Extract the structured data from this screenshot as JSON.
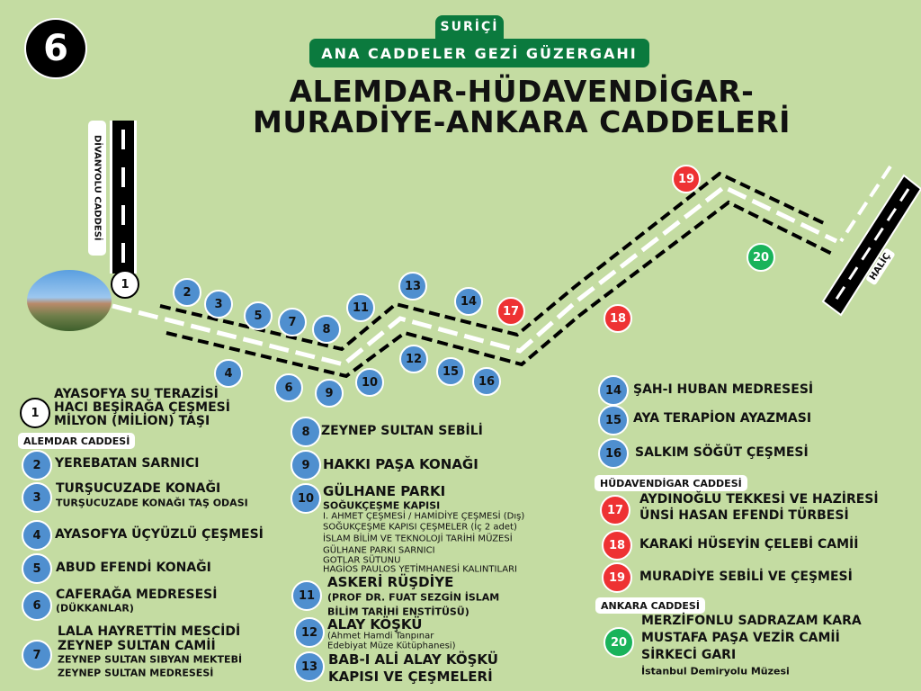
{
  "header": {
    "route_number": "6",
    "tag_top": "SURİÇİ",
    "tag_main": "ANA CADDELER GEZİ GÜZERGAHI",
    "title_line1": "ALEMDAR-HÜDAVENDİGAR-",
    "title_line2": "MURADİYE-ANKARA CADDELERİ"
  },
  "map": {
    "road_divanyolu": "DİVANYOLU CADDESİ",
    "road_halic": "HALİÇ",
    "photo": "Ayasofya"
  },
  "colors": {
    "blue": "#4f8fcf",
    "red": "#ee3233",
    "green": "#19b35a",
    "tag_green": "#0b7a3e",
    "background": "#c4dca2"
  },
  "sections": {
    "alemdar": "ALEMDAR CADDESİ",
    "hudavendigar": "HÜDAVENDİGAR CADDESİ",
    "ankara": "ANKARA CADDESİ"
  },
  "legend": [
    {
      "n": "1",
      "lines": [
        "AYASOFYA SU TERAZİSİ",
        "HACI BEŞİRAĞA ÇEŞMESİ",
        "MİLYON (MİLİON) TAŞI"
      ]
    },
    {
      "n": "2",
      "lines": [
        "YEREBATAN SARNICI"
      ]
    },
    {
      "n": "3",
      "lines": [
        "TURŞUCUZADE KONAĞI",
        "TURŞUCUZADE KONAĞI TAŞ ODASI"
      ]
    },
    {
      "n": "4",
      "lines": [
        "AYASOFYA ÜÇYÜZLÜ ÇEŞMESİ"
      ]
    },
    {
      "n": "5",
      "lines": [
        "ABUD EFENDİ KONAĞI"
      ]
    },
    {
      "n": "6",
      "lines": [
        "CAFERAĞA MEDRESESİ",
        "(DÜKKANLAR)"
      ]
    },
    {
      "n": "7",
      "lines": [
        "LALA HAYRETTİN MESCİDİ",
        "ZEYNEP SULTAN CAMİİ",
        "ZEYNEP SULTAN SIBYAN MEKTEBİ",
        "ZEYNEP SULTAN MEDRESESİ"
      ]
    },
    {
      "n": "8",
      "lines": [
        "ZEYNEP SULTAN SEBİLİ"
      ]
    },
    {
      "n": "9",
      "lines": [
        "HAKKI PAŞA KONAĞI"
      ]
    },
    {
      "n": "10",
      "lines": [
        "GÜLHANE PARKI",
        "SOĞUKÇEŞME KAPISI",
        "I. AHMET ÇEŞMESİ / HAMİDİYE ÇEŞMESİ (Dış)",
        "SOĞUKÇEŞME KAPISI ÇEŞMELER (İç 2 adet)",
        "İSLAM BİLİM VE TEKNOLOJİ TARİHİ MÜZESİ",
        "GÜLHANE PARKI SARNICI",
        "GOTLAR SÜTUNU",
        "HAGİOS PAULOS YETİMHANESİ KALINTILARI"
      ]
    },
    {
      "n": "11",
      "lines": [
        "ASKERİ RÜŞDİYE",
        "(PROF DR. FUAT SEZGİN İSLAM",
        "BİLİM TARİHİ ENSTİTÜSÜ)"
      ]
    },
    {
      "n": "12",
      "lines": [
        "ALAY KÖŞKÜ",
        "(Ahmet Hamdi Tanpınar",
        "Edebiyat Müze Kütüphanesi)"
      ]
    },
    {
      "n": "13",
      "lines": [
        "BAB-I ALİ ALAY KÖŞKÜ",
        "KAPISI VE ÇEŞMELERİ"
      ]
    },
    {
      "n": "14",
      "lines": [
        "ŞAH-I HUBAN MEDRESESİ"
      ]
    },
    {
      "n": "15",
      "lines": [
        "AYA TERAPİON AYAZMASI"
      ]
    },
    {
      "n": "16",
      "lines": [
        "SALKIM SÖĞÜT ÇEŞMESİ"
      ]
    },
    {
      "n": "17",
      "lines": [
        "AYDINOĞLU TEKKESİ VE HAZİRESİ",
        "ÜNSİ HASAN EFENDİ TÜRBESİ"
      ]
    },
    {
      "n": "18",
      "lines": [
        "KARAKİ HÜSEYİN ÇELEBİ CAMİİ"
      ]
    },
    {
      "n": "19",
      "lines": [
        "MURADİYE SEBİLİ VE ÇEŞMESİ"
      ]
    },
    {
      "n": "20",
      "lines": [
        "MERZİFONLU SADRAZAM KARA",
        "MUSTAFA PAŞA VEZİR CAMİİ",
        "SİRKECİ GARI",
        "İstanbul Demiryolu Müzesi"
      ]
    }
  ]
}
